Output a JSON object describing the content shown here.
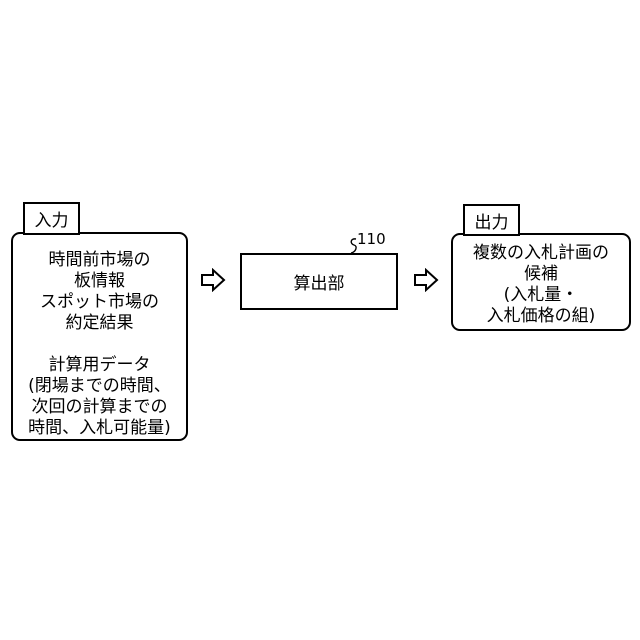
{
  "input": {
    "tag": "入力",
    "lines": [
      "時間前市場の",
      "板情報",
      "スポット市場の",
      "約定結果",
      "",
      "計算用データ",
      "(閉場までの時間、",
      "次回の計算までの",
      "時間、入札可能量)"
    ]
  },
  "process": {
    "label": "算出部",
    "ref": "110"
  },
  "output": {
    "tag": "出力",
    "lines": [
      "複数の入札計画の",
      "候補",
      "(入札量・",
      "入札価格の組)"
    ]
  }
}
